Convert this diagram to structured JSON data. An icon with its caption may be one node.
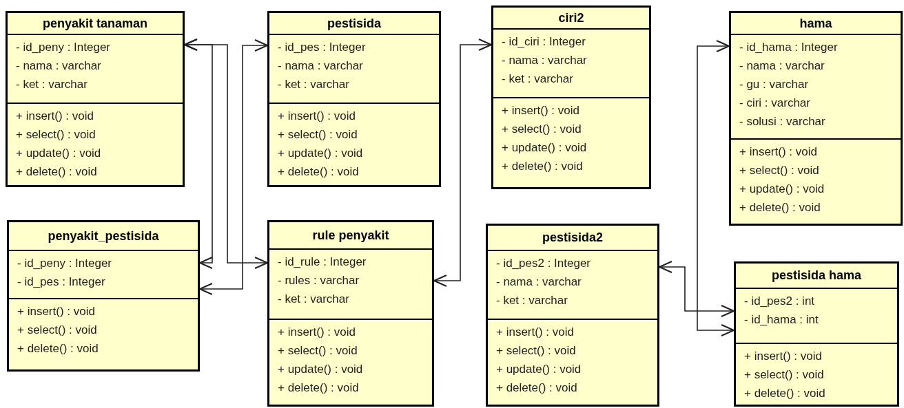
{
  "diagram": {
    "nodes": [
      {
        "text": [
          "penyakit tanaman"
        ]
      },
      {
        "text": [
          "- id_peny : Integer",
          "- nama : varchar",
          "- ket : varchar"
        ],
        "in": 0
      },
      {
        "text": [
          "+ insert() : void",
          "+ select() : void",
          "+ update() : void",
          "+ delete() : void"
        ],
        "in": 0
      },
      {
        "text": [
          "pestisida"
        ]
      },
      {
        "text": [
          "- id_pes : Integer",
          "- nama : varchar",
          "- ket : varchar"
        ],
        "in": 3
      },
      {
        "text": [
          "+ insert() : void",
          "+ select() : void",
          "+ update() : void",
          "+ delete() : void"
        ],
        "in": 3
      },
      {
        "text": [
          "ciri2"
        ]
      },
      {
        "text": [
          "- id_ciri : Integer",
          "- nama : varchar",
          "- ket : varchar"
        ],
        "in": 6
      },
      {
        "text": [
          "+ insert() : void",
          "+ select() : void",
          "+ update() : void",
          "+ delete() : void"
        ],
        "in": 6
      },
      {
        "text": [
          "hama"
        ]
      },
      {
        "text": [
          "- id_hama : Integer",
          "- nama : varchar",
          "- gu : varchar",
          "- ciri : varchar",
          "- solusi : varchar"
        ],
        "in": 9
      },
      {
        "text": [
          "+ insert() : void",
          "+ select() : void",
          "+ update() : void",
          "+ delete() : void"
        ],
        "in": 9
      },
      {
        "text": [
          "penyakit_pestisida"
        ]
      },
      {
        "text": [
          "- id_peny : Integer",
          "- id_pes : Integer"
        ],
        "in": 12
      },
      {
        "text": [
          "+ insert() : void",
          "+ select() : void",
          "+ delete() : void"
        ],
        "in": 12
      },
      {
        "text": [
          "rule penyakit"
        ]
      },
      {
        "text": [
          "- id_rule : Integer",
          "- rules : varchar",
          "- ket : varchar"
        ],
        "in": 15
      },
      {
        "text": [
          "+ insert() : void",
          "+ select() : void",
          "+ update() : void",
          "+ delete() : void"
        ],
        "in": 15
      },
      {
        "text": [
          "pestisida2"
        ]
      },
      {
        "text": [
          "- id_pes2 : Integer",
          "- nama : varchar",
          "- ket : varchar"
        ],
        "in": 18
      },
      {
        "text": [
          "+ insert() : void",
          "+ select() : void",
          "+ update() : void",
          "+ delete() : void"
        ],
        "in": 18
      },
      {
        "text": [
          "pestisida hama"
        ]
      },
      {
        "text": [
          "- id_pes2 : int",
          "- id_hama : int"
        ],
        "in": 21
      },
      {
        "text": [
          "+ insert() : void",
          "+ select() : void",
          "+ delete() : void"
        ],
        "in": 21
      }
    ],
    "edges": [
      {
        "from": 0,
        "to": 12,
        "arrow": "both"
      },
      {
        "from": 0,
        "to": 15,
        "arrow": "both"
      },
      {
        "from": 3,
        "to": 12,
        "arrow": "both"
      },
      {
        "from": 6,
        "to": 15,
        "arrow": "both"
      },
      {
        "from": 9,
        "to": 21,
        "arrow": "both"
      },
      {
        "from": 18,
        "to": 21,
        "arrow": "both"
      }
    ]
  }
}
